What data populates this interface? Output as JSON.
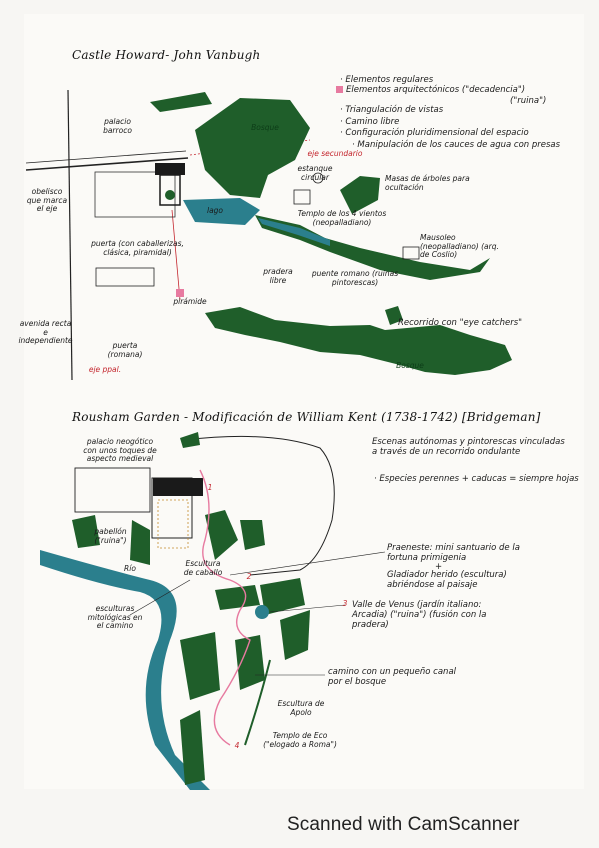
{
  "castle": {
    "title": "Castle Howard- John Vanbugh",
    "notes": [
      "· Elementos regulares",
      "Elementos arquitectónicos (\"decadencia\")",
      "(\"ruina\")",
      "· Triangulación de vistas",
      "· Camino libre",
      "· Configuración pluridimensional del espacio",
      "· Manipulación de los cauces de agua con presas"
    ],
    "labels": {
      "palacio": "palacio barroco",
      "eje_secundario": "eje secundario",
      "bosque": "Bosque",
      "obelisco": "obelisco que marca el eje",
      "estanque": "estanque circular",
      "masas": "Masas de árboles para ocultación",
      "templo": "Templo de los 4 vientos (neopalladiano)",
      "lago": "lago",
      "mausoleo": "Mausoleo (neopalladiano) (arq. de Coslio)",
      "puerta1": "puerta (con caballerizas, clásica, piramidal)",
      "pradera": "pradera libre",
      "puente": "puente romano (ruinas pintorescas)",
      "piramide": "pirámide",
      "recorrido": "Recorrido con \"eye catchers\"",
      "avenida": "avenida recta e independiente",
      "puerta2": "puerta (romana)",
      "eje_ppal": "eje ppal.",
      "bosque2": "Bosque"
    }
  },
  "rousham": {
    "title": "Rousham Garden - Modificación de William Kent",
    "years": "(1738-1742)",
    "bridgeman": "[Bridgeman]",
    "notes": [
      "Escenas autónomas y pintorescas vinculadas a través de un recorrido ondulante",
      "· Especies perennes + caducas = siempre hojas"
    ],
    "labels": {
      "palacio": "palacio neogótico con unos toques de aspecto medieval",
      "n1": "1",
      "pabellon": "pabellón (\"ruina\")",
      "rio": "Río",
      "escultura_caballo": "Escultura de caballo",
      "praeneste": "Praeneste: mini santuario de la fortuna primigenia",
      "plus": "+",
      "gladiador": "Gladiador herido (escultura) abriéndose al paisaje",
      "n2": "2",
      "esculturas": "esculturas mitológicas en el camino",
      "n3": "3",
      "valle": "Valle de Venus (jardín italiano: Arcadia) (\"ruina\") (fusión con la pradera)",
      "camino": "camino con un pequeño canal por el bosque",
      "escultura_apolo": "Escultura de Apolo",
      "templo_eco": "Templo de Eco (\"elogado a Roma\")",
      "n4": "4"
    }
  },
  "footer": "Scanned with CamScanner",
  "colors": {
    "green": "#1f5e2a",
    "teal": "#2b7f8d",
    "pink": "#e77aa0",
    "red": "#c4262e"
  }
}
